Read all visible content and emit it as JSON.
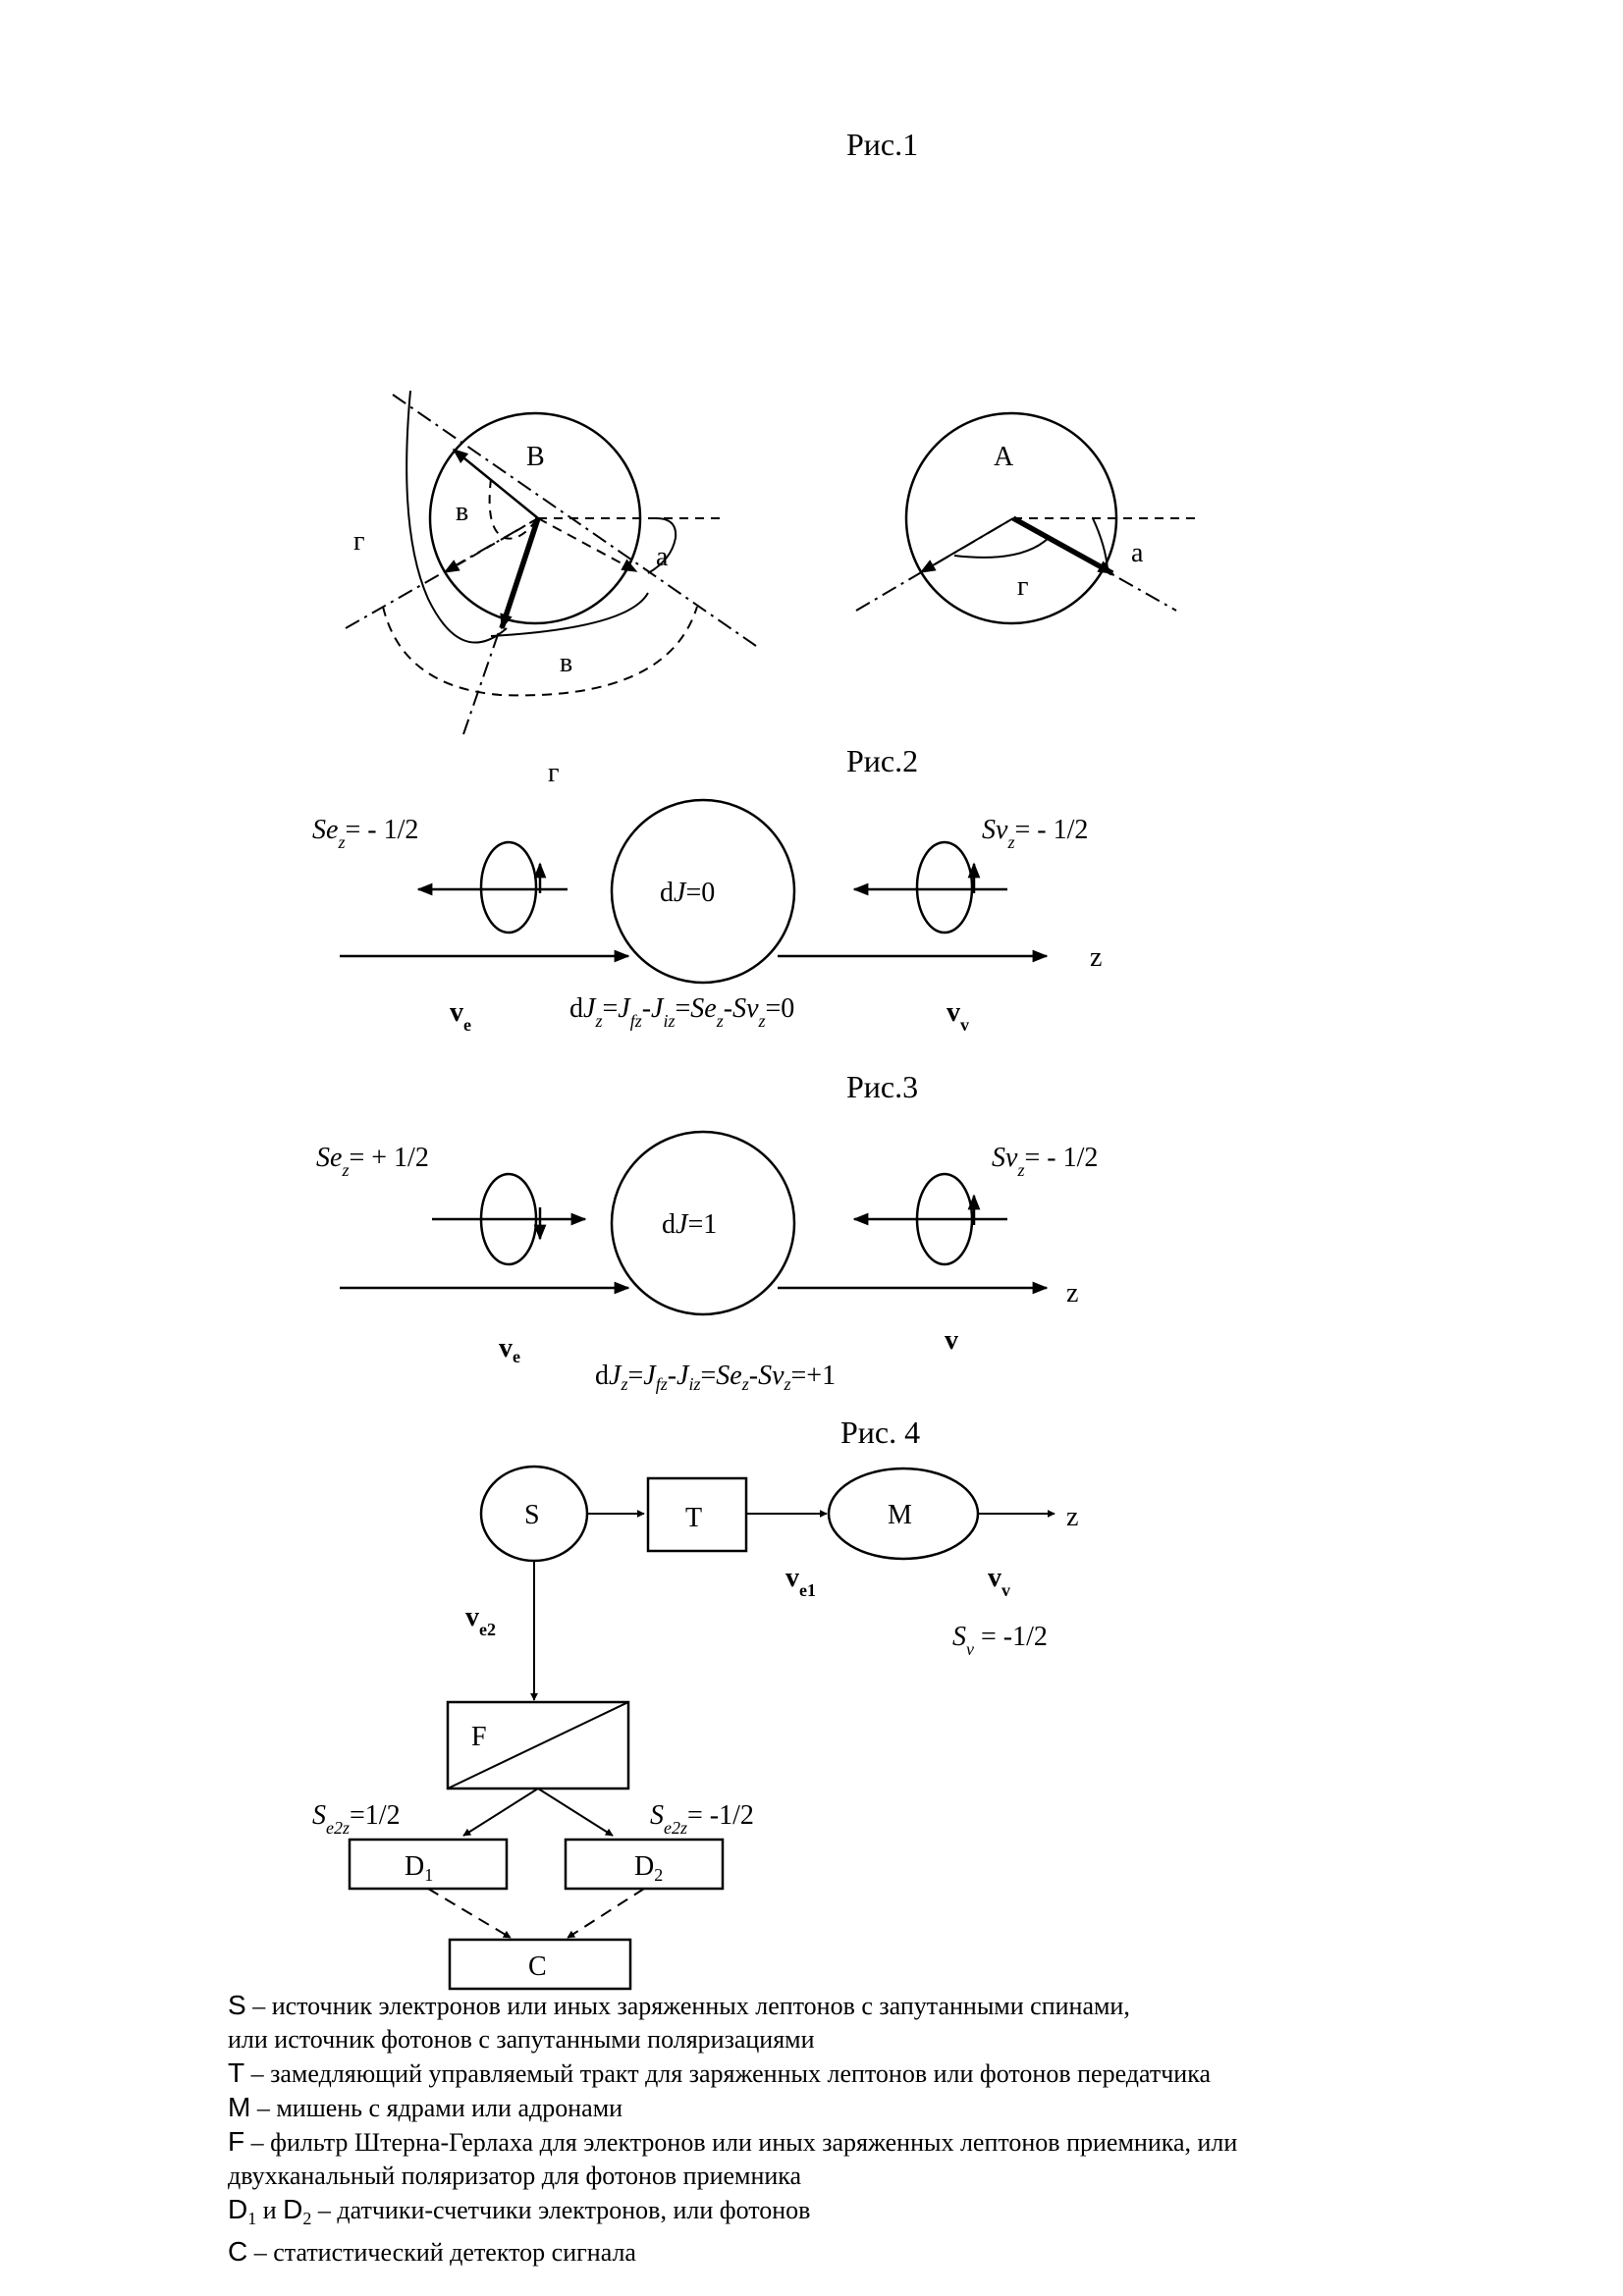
{
  "captions": {
    "fig1": "Рис.1",
    "fig2": "Рис.2",
    "fig3": "Рис.3",
    "fig4": "Рис. 4"
  },
  "fig1": {
    "left": {
      "circle_label": "В",
      "angle_a": "а",
      "angle_v_inner": "в",
      "angle_g_left": "г",
      "angle_v_outer": "в",
      "angle_g_bottom": "г"
    },
    "right": {
      "circle_label": "А",
      "angle_a": "а",
      "angle_g": "г"
    }
  },
  "fig2": {
    "se_sym": "Se",
    "se_sub": "z",
    "se_val": "= - 1/2",
    "sv_sym": "Sv",
    "sv_sub": "z",
    "sv_val": "= - 1/2",
    "center": {
      "d": "d",
      "J": "J",
      "val": "=0"
    },
    "axis": "z",
    "ve": "v",
    "ve_sub": "e",
    "vv": "v",
    "vv_sub": "v",
    "formula": {
      "p1": "d",
      "J1": "J",
      "s1": "z",
      "eq1": "=",
      "J2": "J",
      "s2": "fz",
      "minus": "-",
      "J3": "J",
      "s3": "iz",
      "eq2": "=",
      "Se": "Se",
      "s4": "z",
      "minus2": "-",
      "Sv": "Sv",
      "s5": "z",
      "tail": "=0"
    }
  },
  "fig3": {
    "se_sym": "Se",
    "se_sub": "z",
    "se_val": "= + 1/2",
    "sv_sym": "Sv",
    "sv_sub": "z",
    "sv_val": "= - 1/2",
    "center": {
      "d": "d",
      "J": "J",
      "val": "=1"
    },
    "axis": "z",
    "ve": "v",
    "ve_sub": "e",
    "v": "v",
    "formula": {
      "p1": "d",
      "J1": "J",
      "s1": "z",
      "eq1": "=",
      "J2": "J",
      "s2": "fz",
      "minus": "-",
      "J3": "J",
      "s3": "iz",
      "eq2": "=",
      "Se": "Se",
      "s4": "z",
      "minus2": "-",
      "Sv": "Sv",
      "s5": "z",
      "tail": "=+1"
    }
  },
  "fig4": {
    "S": "S",
    "T": "T",
    "M": "M",
    "axis": "z",
    "ve1": "v",
    "ve1_sub": "e1",
    "vv": "v",
    "vv_sub": "v",
    "sv_sym": "S",
    "sv_sub": "v",
    "sv_val": " = -1/2",
    "ve2": "v",
    "ve2_sub": "e2",
    "F": "F",
    "d1_sym": "S",
    "d1_sub": "e2z",
    "d1_val": "=1/2",
    "d2_sym": "S",
    "d2_sub": "e2z",
    "d2_val": "= -1/2",
    "D1": "D",
    "D1_sub": "1",
    "D2": "D",
    "D2_sub": "2",
    "C": "C"
  },
  "legend": {
    "l1_key": "S",
    "l1_text": " – источник электронов или иных заряженных лептонов с запутанными спинами,",
    "l2_text": "или источник фотонов с запутанными поляризациями",
    "l3_key": "T",
    "l3_text": " – замедляющий управляемый тракт для заряженных лептонов или фотонов передатчика",
    "l4_key": "M",
    "l4_text": " – мишень с ядрами или адронами",
    "l5_key": "F",
    "l5_text": " – фильтр Штерна-Герлаха для электронов или иных заряженных лептонов приемника, или",
    "l6_text": "двухканальный поляризатор для фотонов приемника",
    "l7_key": "D",
    "l7_sub1": "1",
    "l7_mid": " и ",
    "l7_key2": "D",
    "l7_sub2": "2",
    "l7_text": " – датчики-счетчики электронов, или фотонов",
    "l8_key": "C",
    "l8_text": " – статистический детектор сигнала"
  }
}
